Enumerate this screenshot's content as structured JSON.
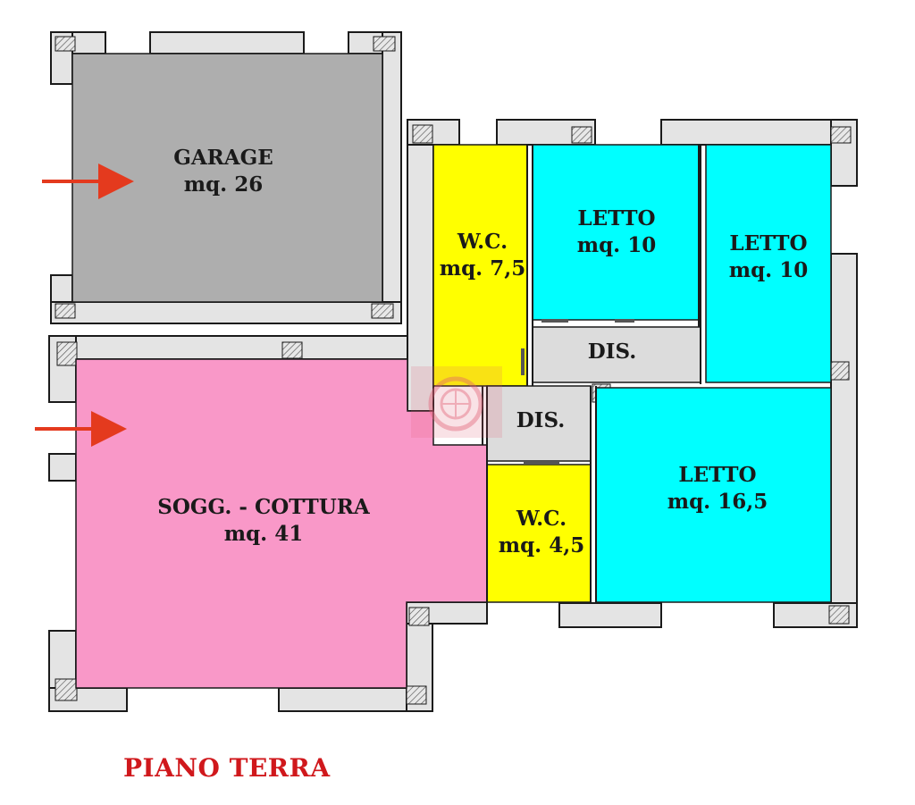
{
  "floor_title": "PIANO TERRA",
  "colors": {
    "garage": "#aeaeae",
    "living": "#f998c8",
    "wc": "#ffff00",
    "bedroom": "#00ffff",
    "hall": "#dcdcdc",
    "wall_fill": "#e4e4e4",
    "wall_line": "#1a1a1a",
    "arrow": "#e43a1e",
    "title": "#d0181c",
    "watermark": "#e15b72"
  },
  "rooms": {
    "garage": {
      "name": "GARAGE",
      "area": "mq. 26"
    },
    "wc1": {
      "name": "W.C.",
      "area": "mq. 7,5"
    },
    "letto1": {
      "name": "LETTO",
      "area": "mq. 10"
    },
    "letto2": {
      "name": "LETTO",
      "area": "mq. 10"
    },
    "dis1": {
      "name": "DIS."
    },
    "dis2": {
      "name": "DIS."
    },
    "soggiorno": {
      "name": "SOGG. - COTTURA",
      "area": "mq. 41"
    },
    "wc2": {
      "name": "W.C.",
      "area": "mq. 4,5"
    },
    "letto3": {
      "name": "LETTO",
      "area": "mq. 16,5"
    }
  },
  "entrances": [
    "arrow-right-icon",
    "arrow-right-icon"
  ]
}
